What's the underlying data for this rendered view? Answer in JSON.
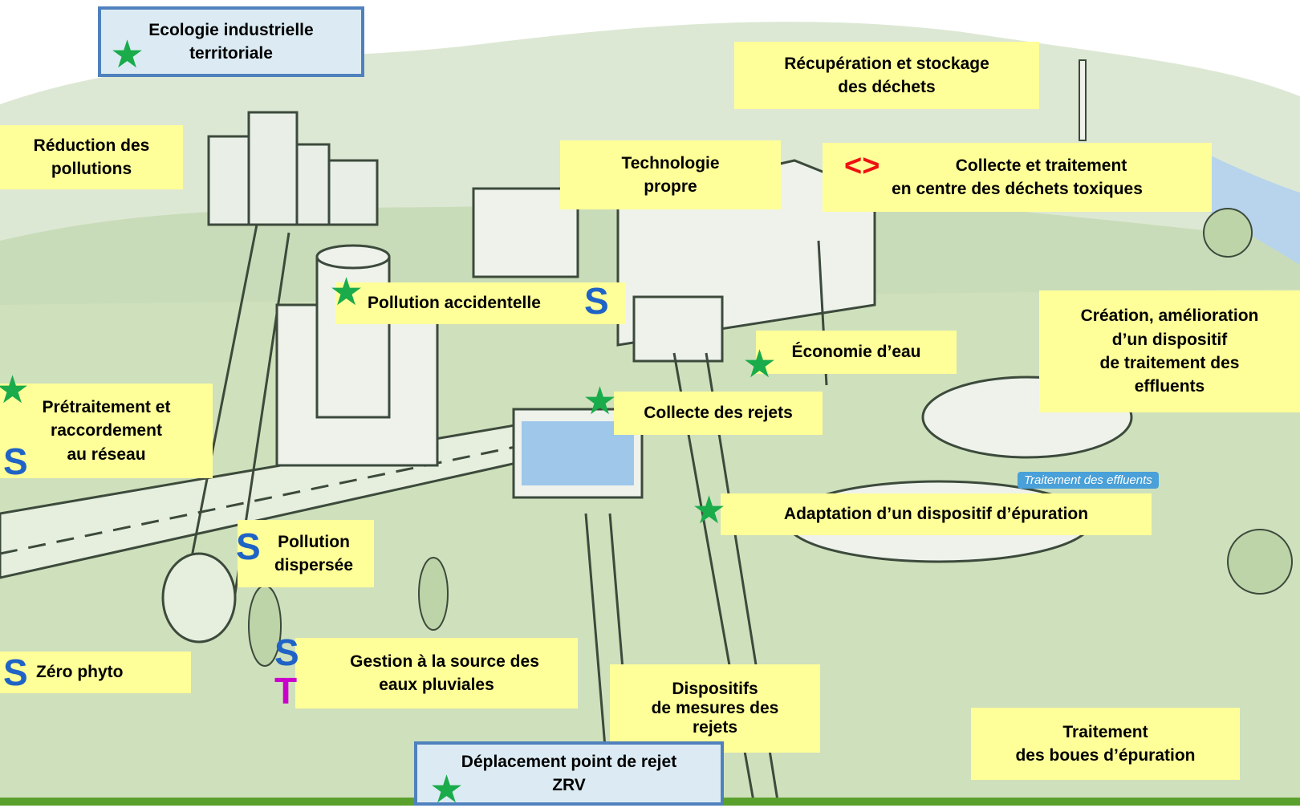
{
  "labels": {
    "ecologie": [
      "Ecologie industrielle",
      "territoriale"
    ],
    "recuperation": [
      "Récupération et stockage",
      "des déchets"
    ],
    "reduction": [
      "Réduction des",
      "pollutions"
    ],
    "technologie": [
      "Technologie",
      "propre"
    ],
    "collecte_toxiques": [
      "Collecte et traitement",
      "en centre des déchets toxiques"
    ],
    "pollution_accidentelle": "Pollution accidentelle",
    "creation": [
      "Création, amélioration",
      "d’un dispositif",
      "de traitement des",
      "effluents"
    ],
    "economie_eau": "Économie d’eau",
    "pretraitement": [
      "Prétraitement et",
      "raccordement",
      "au réseau"
    ],
    "collecte_rejets": "Collecte des rejets",
    "adaptation": "Adaptation d’un dispositif d’épuration",
    "pollution_dispersee": [
      "Pollution",
      "dispersée"
    ],
    "zero_phyto": "Zéro phyto",
    "gestion_source": [
      "Gestion à la source des",
      "eaux pluviales"
    ],
    "dispositifs_mesures": [
      "Dispositifs",
      "de mesures des",
      "rejets"
    ],
    "traitement_boues": [
      "Traitement",
      "des boues d’épuration"
    ],
    "deplacement": [
      "Déplacement point de rejet",
      "ZRV"
    ]
  },
  "scene_captions": {
    "traitement_effluents": "Traitement des effluents"
  },
  "markers": {
    "star": "★",
    "s": "S",
    "t": "T",
    "diamond": "<>"
  },
  "colors": {
    "label_bg": "#ffff99",
    "boxed_bg": "#dcebf3",
    "boxed_border": "#4f81bd",
    "star": "#1aab4b",
    "s_marker": "#1f63c6",
    "t_marker": "#cc00cc",
    "diamond_marker": "#ee1111",
    "bottom_bar": "#5aa02c"
  }
}
